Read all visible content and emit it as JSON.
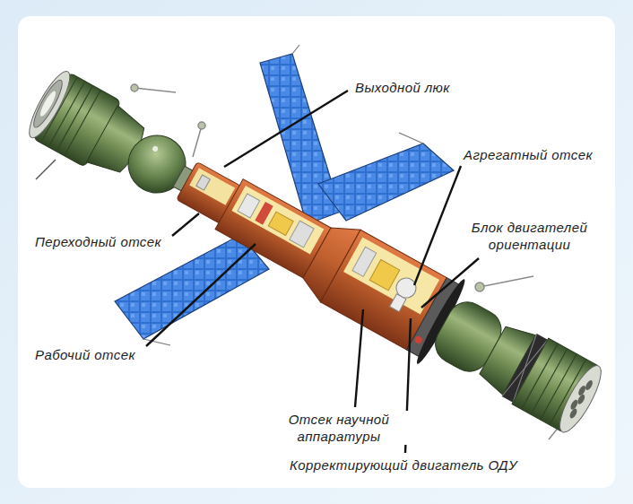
{
  "diagram": {
    "labels": [
      "Выходной люк",
      "Агрегатный отсек",
      "Блок двигателей ориентации",
      "Переходный отсек",
      "Рабочий отсек",
      "Отсек научной аппаратуры",
      "Корректирующий двигатель ОДУ"
    ]
  }
}
